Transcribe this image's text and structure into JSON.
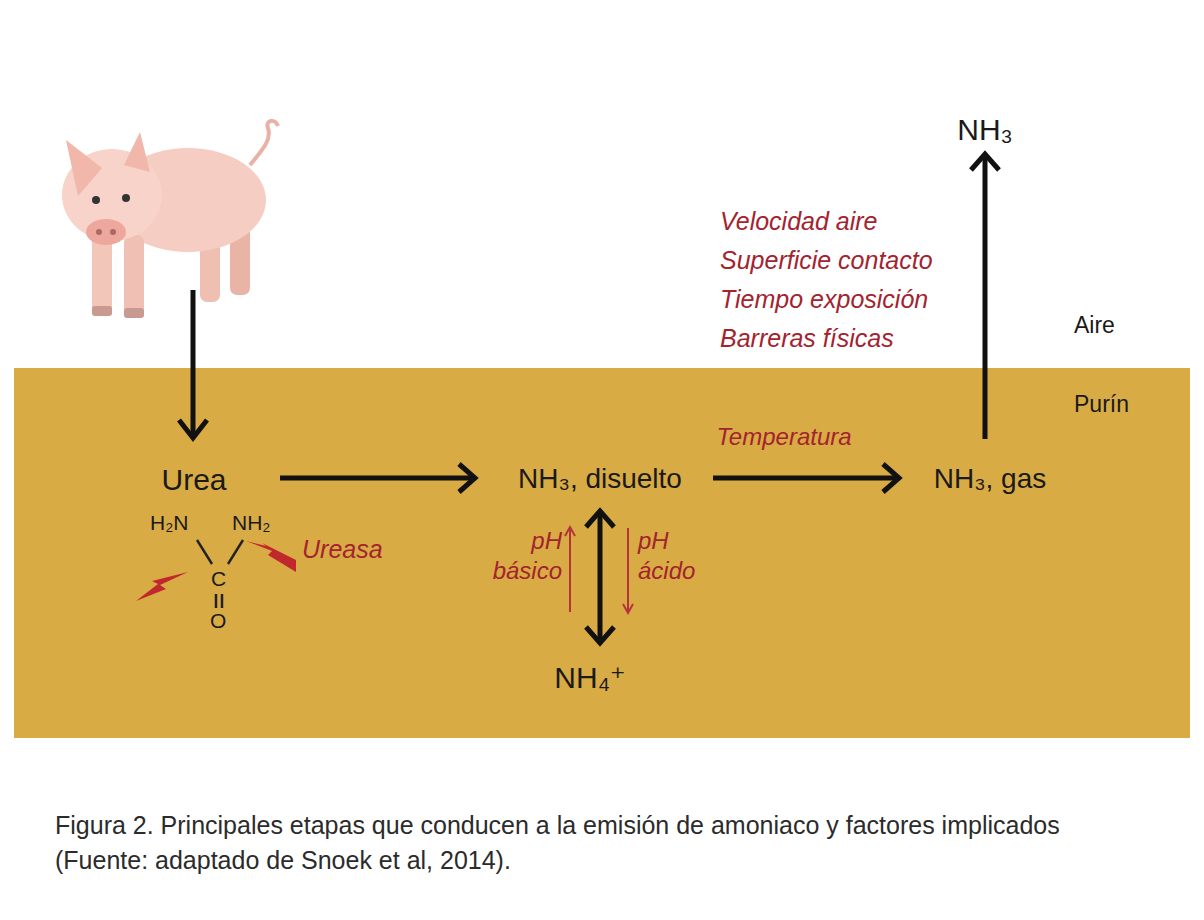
{
  "diagram": {
    "caption": "Figura 2. Principales etapas que conducen a la emisión de amoniaco y factores implicados (Fuente: adaptado de Snoek et al, 2014).",
    "nodes": [
      {
        "text": [
          "Purín"
        ]
      },
      {
        "text": [
          "Urea"
        ],
        "in": 0
      },
      {
        "text": [
          "NH₃, disuelto"
        ],
        "in": 0
      },
      {
        "text": [
          "NH₄⁺"
        ],
        "in": 0
      },
      {
        "text": [
          "NH₃, gas"
        ],
        "in": 0
      },
      {
        "text": [
          "NH₃"
        ]
      }
    ],
    "edges": [
      {
        "from": 1,
        "to": 2,
        "arrow": "to"
      },
      {
        "from": 2,
        "to": 3,
        "arrow": "both"
      },
      {
        "from": 2,
        "to": 4,
        "arrow": "to",
        "label": "Temperatura"
      },
      {
        "from": 4,
        "to": 5,
        "arrow": "to"
      }
    ],
    "labels": [
      "Velocidad aire",
      "Superficie contacto",
      "Tiempo exposición",
      "Barreras físicas",
      "Aire",
      "H₂N",
      "NH₂",
      "C",
      "O",
      "Ureasa",
      "pH básico",
      "pH ácido"
    ]
  }
}
